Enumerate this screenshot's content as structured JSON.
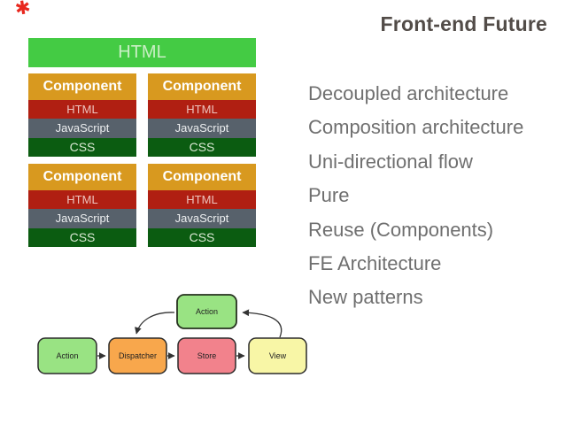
{
  "slide": {
    "title": "Front-end Future",
    "bullets": [
      "Decoupled architecture",
      "Composition architecture",
      "Uni-directional flow",
      "Pure",
      "Reuse (Components)",
      "FE Architecture",
      "New patterns"
    ]
  },
  "stack": {
    "root_label": "HTML",
    "components": [
      {
        "title": "Component",
        "rows": [
          "HTML",
          "JavaScript",
          "CSS"
        ]
      },
      {
        "title": "Component",
        "rows": [
          "HTML",
          "JavaScript",
          "CSS"
        ]
      },
      {
        "title": "Component",
        "rows": [
          "HTML",
          "JavaScript",
          "CSS"
        ]
      },
      {
        "title": "Component",
        "rows": [
          "HTML",
          "JavaScript",
          "CSS"
        ]
      }
    ]
  },
  "flux": {
    "cycle_label": "Action",
    "nodes": [
      "Action",
      "Dispatcher",
      "Store",
      "View"
    ]
  },
  "icons": {
    "corner_scribble": "✱"
  },
  "colors": {
    "root_bar": "#44cb44",
    "component_header": "#d8991f",
    "row_html": "#b01f12",
    "row_js": "#57616b",
    "row_css": "#0b5c11",
    "node_action": "#99e383",
    "node_dispatcher": "#f8a74c",
    "node_store": "#f2828c",
    "node_view": "#f8f6a6",
    "title_text": "#524c48",
    "bullet_text": "#6f6f6f",
    "corner_mark": "#e8281e"
  }
}
